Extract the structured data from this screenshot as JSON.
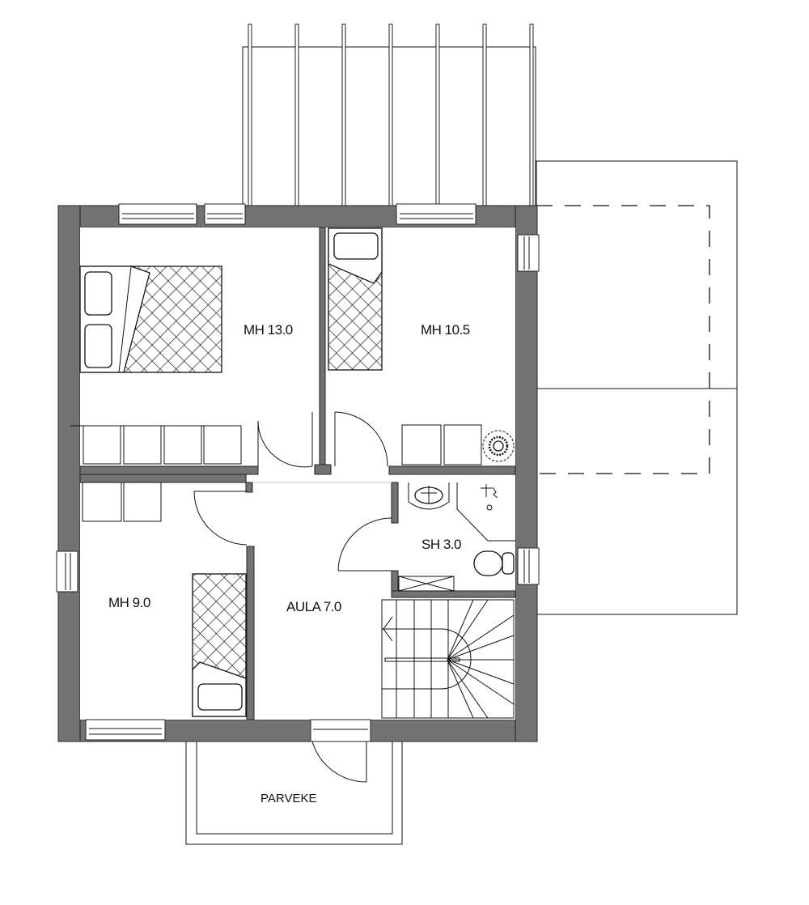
{
  "drawing": {
    "type": "floor plan",
    "floor": "upper floor",
    "colors": {
      "wall": "#737373",
      "line": "#111111",
      "background": "#ffffff"
    }
  },
  "rooms": [
    {
      "id": "mh-13",
      "label": "MH 13.0",
      "type": "bedroom",
      "area_m2": 13.0
    },
    {
      "id": "mh-10-5",
      "label": "MH 10.5",
      "type": "bedroom",
      "area_m2": 10.5
    },
    {
      "id": "mh-9",
      "label": "MH 9.0",
      "type": "bedroom",
      "area_m2": 9.0
    },
    {
      "id": "aula",
      "label": "AULA 7.0",
      "type": "hall",
      "area_m2": 7.0
    },
    {
      "id": "sh",
      "label": "SH 3.0",
      "type": "bathroom",
      "area_m2": 3.0
    },
    {
      "id": "parveke",
      "label": "PARVEKE",
      "type": "balcony"
    }
  ]
}
